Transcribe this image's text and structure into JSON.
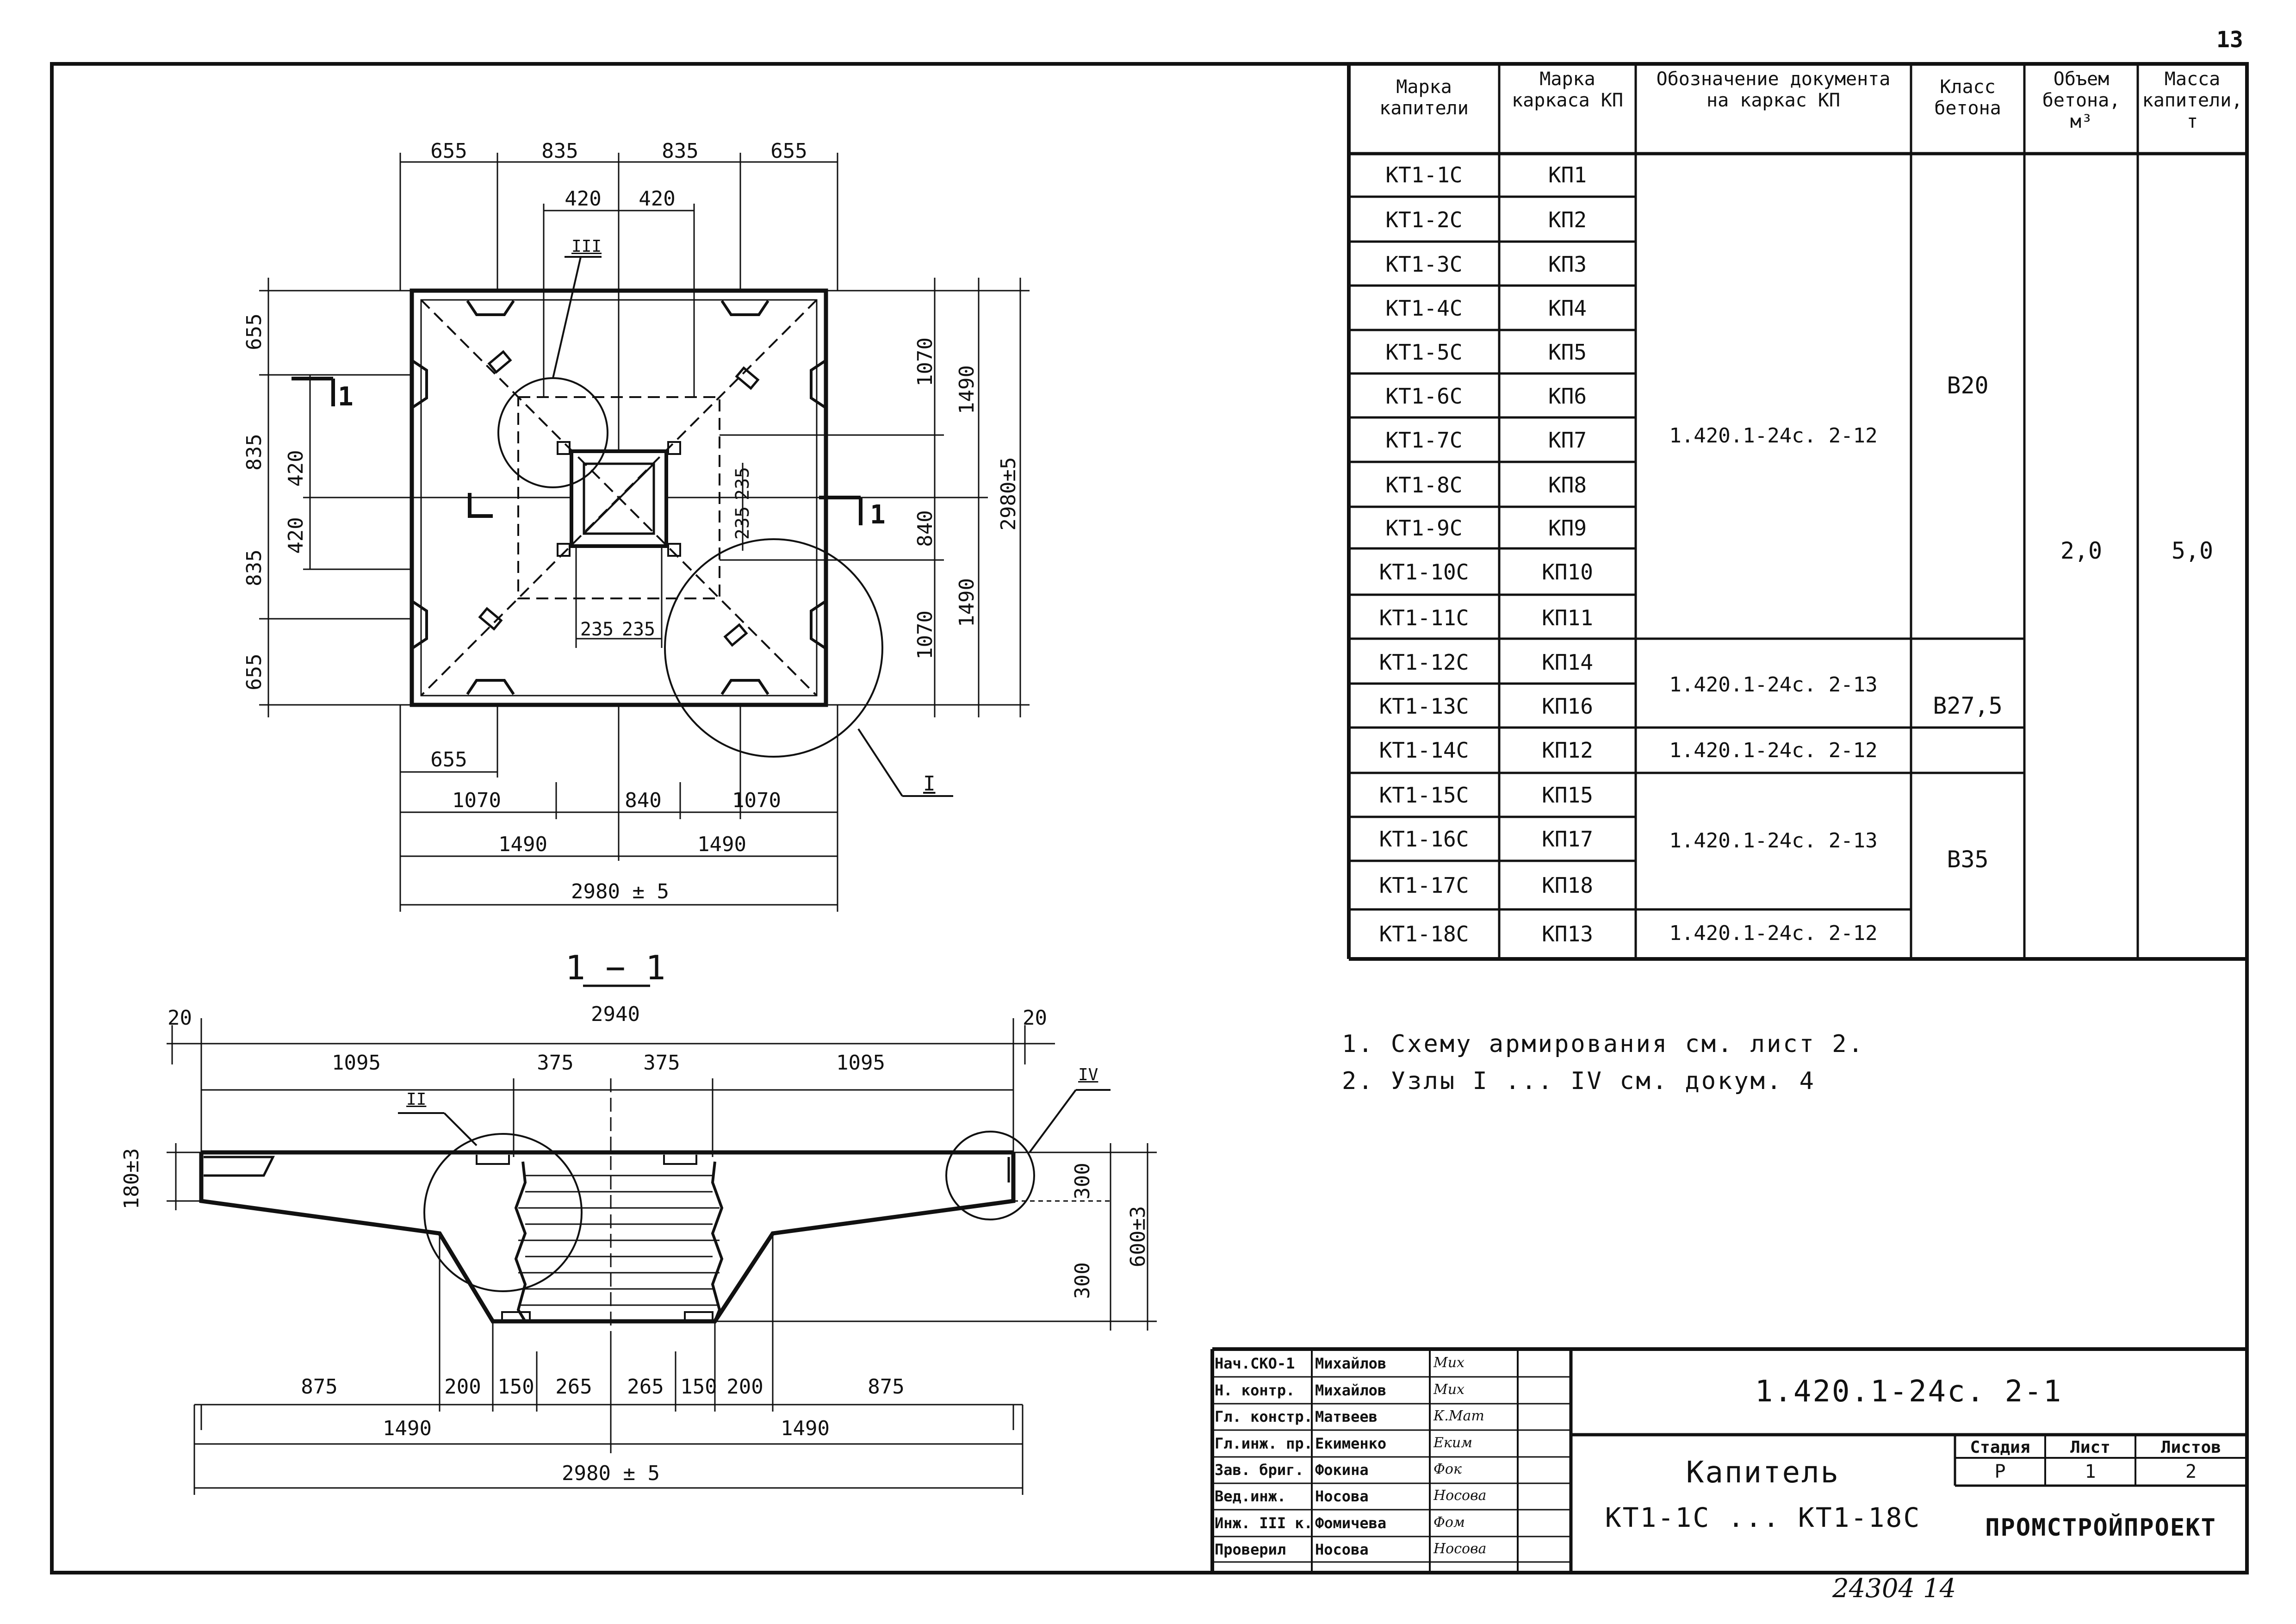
{
  "page_number": "13",
  "footer_inventory": "24304  14",
  "plan": {
    "dims_top": [
      "655",
      "835",
      "835",
      "655"
    ],
    "dims_top2": [
      "420",
      "420"
    ],
    "dims_left": [
      "655",
      "835",
      "835",
      "655"
    ],
    "dims_left2": [
      "420",
      "420"
    ],
    "dims_right1": [
      "1070",
      "840",
      "1070"
    ],
    "dims_right2": [
      "1490",
      "1490"
    ],
    "dim_right_total": "2980±5",
    "dims_center_v": [
      "235",
      "235"
    ],
    "dims_center_h": [
      "235",
      "235"
    ],
    "dim_bottom_655": "655",
    "dims_bottom1": [
      "1070",
      "840",
      "1070"
    ],
    "dims_bottom2": [
      "1490",
      "1490"
    ],
    "dim_bottom_total": "2980 ± 5",
    "section_mark_left": "1",
    "section_mark_right": "1",
    "node_I": "I",
    "node_III": "III"
  },
  "section": {
    "title": "1 − 1",
    "dim_total_top": "2940",
    "dim_edge_left": "20",
    "dim_edge_right": "20",
    "dims_top": [
      "1095",
      "375",
      "375",
      "1095"
    ],
    "dim_left_height": "180±3",
    "dims_right": [
      "300",
      "300"
    ],
    "dim_right_total": "600±3",
    "dims_bottom1": [
      "875",
      "200",
      "150",
      "265",
      "265",
      "150",
      "200",
      "875"
    ],
    "dims_bottom2": [
      "1490",
      "1490"
    ],
    "dim_bottom_total": "2980 ± 5",
    "node_II": "II",
    "node_IV": "IV"
  },
  "table": {
    "headers": [
      "Марка капители",
      "Марка каркаса КП",
      "Обозначение документа на каркас КП",
      "Класс бетона",
      "Объем бетона, м³",
      "Масса капители, т"
    ],
    "rows": [
      {
        "mark": "КТ1-1С",
        "frame": "КП1"
      },
      {
        "mark": "КТ1-2С",
        "frame": "КП2"
      },
      {
        "mark": "КТ1-3С",
        "frame": "КП3"
      },
      {
        "mark": "КТ1-4С",
        "frame": "КП4"
      },
      {
        "mark": "КТ1-5С",
        "frame": "КП5"
      },
      {
        "mark": "КТ1-6С",
        "frame": "КП6"
      },
      {
        "mark": "КТ1-7С",
        "frame": "КП7"
      },
      {
        "mark": "КТ1-8С",
        "frame": "КП8"
      },
      {
        "mark": "КТ1-9С",
        "frame": "КП9"
      },
      {
        "mark": "КТ1-10С",
        "frame": "КП10"
      },
      {
        "mark": "КТ1-11С",
        "frame": "КП11"
      },
      {
        "mark": "КТ1-12С",
        "frame": "КП14"
      },
      {
        "mark": "КТ1-13С",
        "frame": "КП16"
      },
      {
        "mark": "КТ1-14С",
        "frame": "КП12"
      },
      {
        "mark": "КТ1-15С",
        "frame": "КП15"
      },
      {
        "mark": "КТ1-16С",
        "frame": "КП17"
      },
      {
        "mark": "КТ1-17С",
        "frame": "КП18"
      },
      {
        "mark": "КТ1-18С",
        "frame": "КП13"
      }
    ],
    "doc_groups": [
      "1.420.1-24с. 2-12",
      "1.420.1-24с. 2-13",
      "1.420.1-24с. 2-12",
      "1.420.1-24с. 2-13",
      "1.420.1-24с. 2-12"
    ],
    "class_groups": [
      "В20",
      "В27,5",
      "В35"
    ],
    "volume": "2,0",
    "mass": "5,0"
  },
  "notes": [
    "1. Схему армирования см. лист 2.",
    "2. Узлы I ... IV см. докум. 4"
  ],
  "title_block": {
    "roles": [
      "Нач.СКО-1",
      "Н. контр.",
      "Гл. констр.",
      "Гл.инж. пр.",
      "Зав. бриг.",
      "Вед.инж.",
      "Инж. III к.",
      "Проверил"
    ],
    "names": [
      "Михайлов",
      "Михайлов",
      "Матвеев",
      "Екименко",
      "Фокина",
      "Носова",
      "Фомичева",
      "Носова"
    ],
    "signatures": [
      "Мих",
      "Мих",
      "К.Мат",
      "Еким",
      "Фок",
      "Носова",
      "Фом",
      "Носова"
    ],
    "doc_code": "1.420.1-24с. 2-1",
    "title_line1": "Капитель",
    "title_line2": "КТ1-1С ... КТ1-18С",
    "stage_label": "Стадия",
    "sheet_label": "Лист",
    "sheets_label": "Листов",
    "stage": "Р",
    "sheet": "1",
    "sheets": "2",
    "org": "ПРОМСТРОЙПРОЕКТ"
  }
}
